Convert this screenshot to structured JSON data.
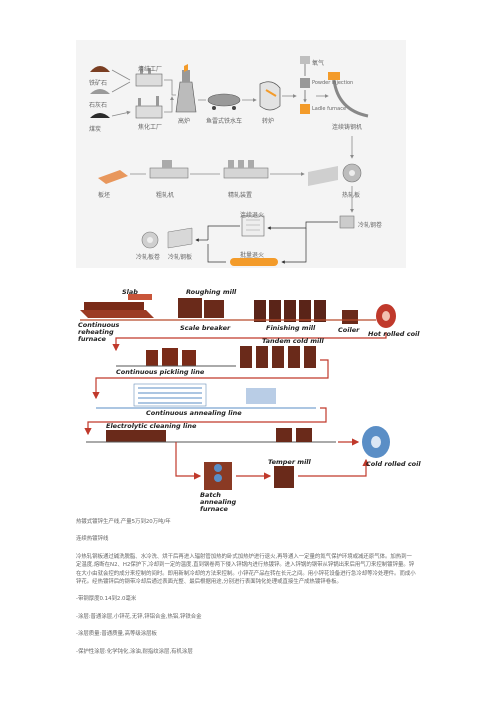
{
  "top_diagram": {
    "raw_materials": [
      "铁矿石",
      "石灰石",
      "煤炭"
    ],
    "plants": [
      "烧结工厂",
      "焦化工厂"
    ],
    "stages": [
      "高炉",
      "鱼雷式铁水车",
      "转炉",
      "连续铸钢机"
    ],
    "injection": [
      "氧气",
      "Powder injection",
      "Ladle furnace"
    ],
    "rolling": [
      "板坯",
      "粗轧机",
      "精轧装置",
      "热轧板"
    ],
    "cold": [
      "冷轧钢卷",
      "连续退火",
      "批量退火",
      "冷轧板卷",
      "冷轧钢板"
    ],
    "colors": {
      "panel": "#f4f4f4",
      "accent": "#f39b2a",
      "arrow": "#8a8a8a",
      "steel": "#cfcfcf",
      "slab": "#e8975c"
    }
  },
  "bottom_diagram": {
    "labels": {
      "slab": "Slab",
      "furnace": "Continuous reheating furnace",
      "roughing": "Roughing mill",
      "scale_breaker": "Scale breaker",
      "finishing": "Finishing mill",
      "coiler": "Coiler",
      "hot_coil": "Hot rolled coil",
      "pickling": "Continuous pickling line",
      "tandem": "Tandem cold mill",
      "annealing": "Continuous annealing line",
      "cleaning": "Electrolytic cleaning line",
      "cold_coil": "Cold rolled coil",
      "batch": "Batch annealing furnace",
      "temper": "Temper mill"
    },
    "colors": {
      "mill_dark": "#6a2a1a",
      "mill_red": "#b8442a",
      "coil_red": "#c0392b",
      "line_blue": "#5a8ec6",
      "arrow_red": "#c0392b"
    }
  },
  "text": {
    "line1": "热镀式镀锌生产线,产量5万到20万吨/年",
    "line2": "连续热镀锌线",
    "paragraph": "冷热轧钢板通过碱洗脱脂、水冷洗、烘干后再进入辐射管加热的卧式加热炉进行退火,再导通入一定量的氮气保护环境或减还原气体。加热到一定温度,熔断在N2、H2保护下,冷却到一定的温度,直到钢卷两下侵入锌锅内进行热镀锌。进入锌锅的钢带从锌锅出来后用气刀来控制镀锌量。锌在大小由就会控的成分来控制的间时。即用新制冷却的方法来控制。小锌花产品在转在长元之间。用小锌花设备进行急冷却等冷处理件。而成小锌花。经热镀锌后的钢带冷却后通过表面光整、最后根据用途,分别进行表面钝化处理或直接生产成热镀锌卷板。",
    "thickness": "-带钢厚度0.14到2.0毫米",
    "coating": "-涂层:普通涂层,小锌花,无锌,锌铝合金,热铝,锌铁合金",
    "quality": "-涂层质量:普通质量,高等级涂层板",
    "protection": "-保护性涂层:化学钝化,涂油,耐指纹涂层,有机涂层"
  }
}
